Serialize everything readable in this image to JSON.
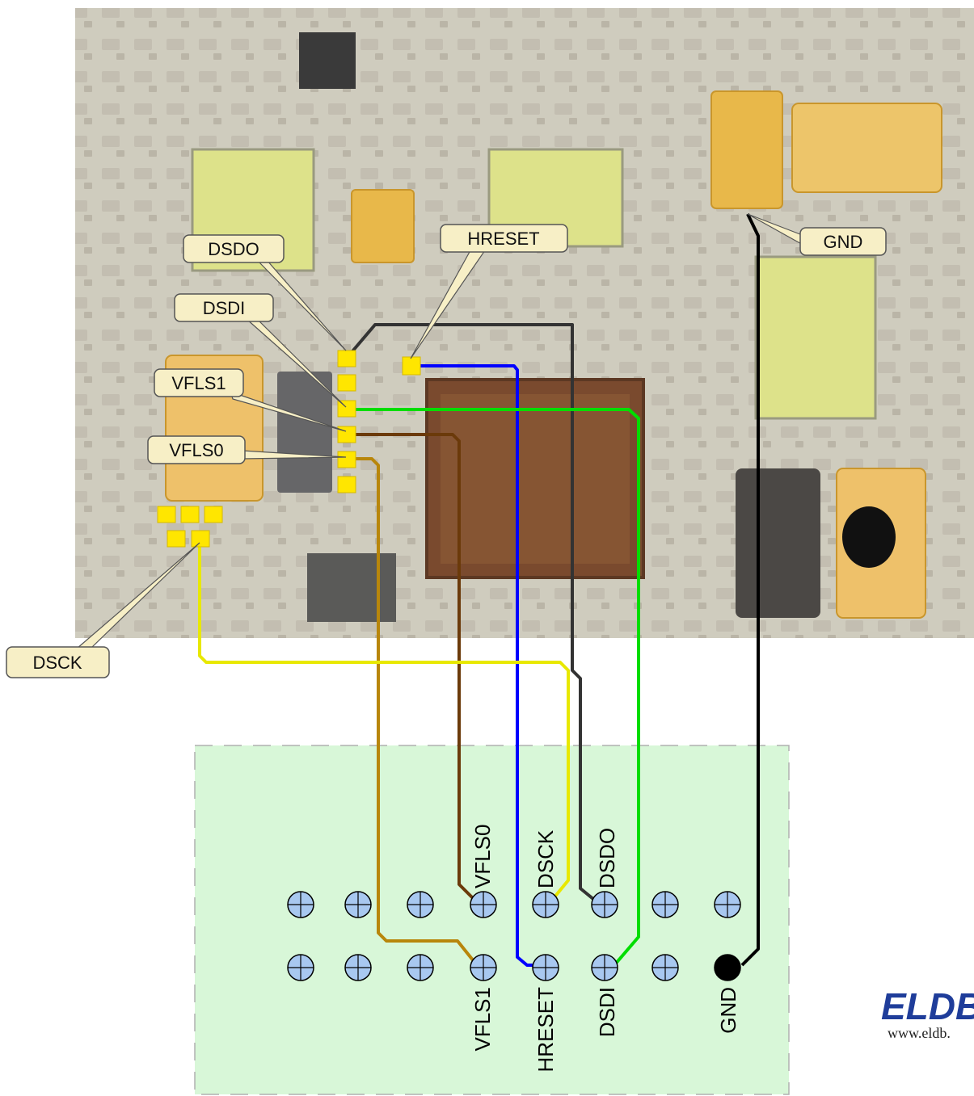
{
  "callouts": {
    "dsdo": "DSDO",
    "dsdi": "DSDI",
    "vfls1": "VFLS1",
    "vfls0": "VFLS0",
    "hreset": "HRESET",
    "gnd": "GND",
    "dsck": "DSCK"
  },
  "connector": {
    "top_labels": [
      "VFLS0",
      "DSCK",
      "DSDO"
    ],
    "bottom_labels": [
      "VFLS1",
      "HRESET",
      "DSDI",
      "GND"
    ]
  },
  "branding": {
    "logo": "ELDB",
    "url": "www.eldb."
  },
  "colors": {
    "hreset": "#0000ff",
    "dsdo": "#333333",
    "dsdi": "#00dd00",
    "vfls0": "#6b3a0a",
    "vfls1": "#b8860b",
    "dsck": "#e8e800",
    "gnd": "#000000",
    "pad": "#ffe600",
    "connector_bg": "#d8f7d8",
    "pin_fill": "#a8c8f0"
  }
}
